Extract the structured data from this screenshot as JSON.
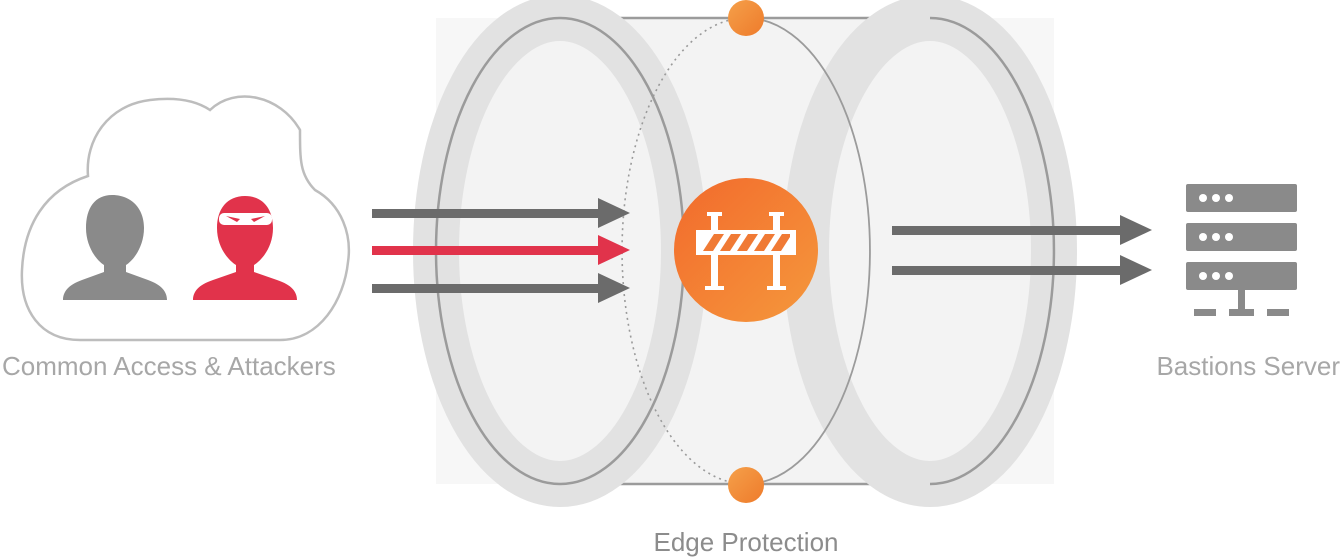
{
  "labels": {
    "source": "Common Access & Attackers",
    "protection": "Edge Protection",
    "destination": "Bastions Server"
  },
  "colors": {
    "user_gray": "#8a8a8a",
    "attacker_red": "#e1334b",
    "arrow_gray": "#6b6b6b",
    "accent_orange": "#f07a35",
    "tunnel_outline": "#9b9b9b",
    "tunnel_fill": "#e6e6e6"
  },
  "icons": {
    "source_cloud": "cloud-icon",
    "user": "user-icon",
    "attacker": "ninja-attacker-icon",
    "barrier": "barrier-icon",
    "server": "server-rack-icon"
  }
}
